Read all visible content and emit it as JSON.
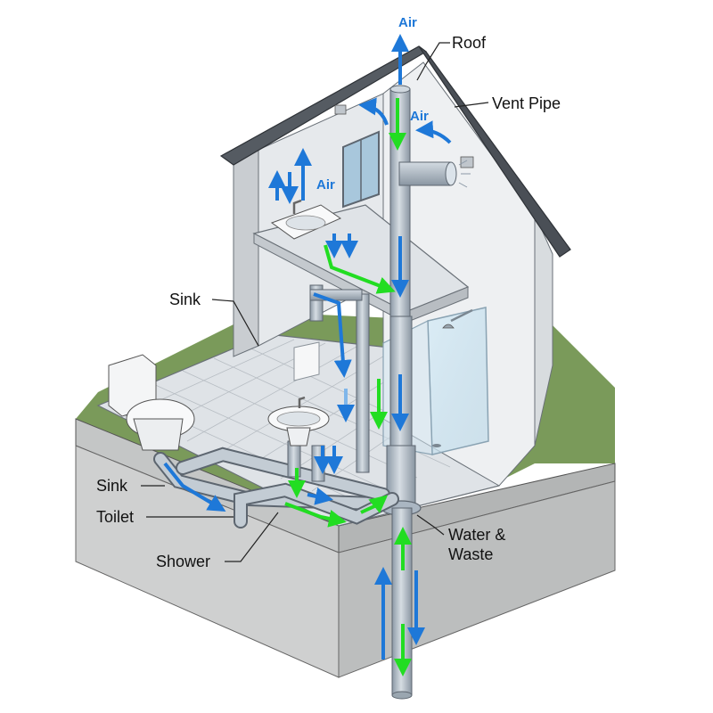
{
  "labels": {
    "air_top": "Air",
    "air_vent": "Air",
    "air_bathroom": "Air",
    "roof": "Roof",
    "vent_pipe": "Vent Pipe",
    "sink_upper": "Sink",
    "sink_lower": "Sink",
    "toilet": "Toilet",
    "shower": "Shower",
    "water_waste_line1": "Water &",
    "water_waste_line2": "Waste"
  },
  "colors": {
    "air_arrow": "#1e78d8",
    "water_arrow": "#22dd22",
    "pipe": "#aab6c2",
    "wall": "#e6e9ec",
    "roof": "#4a4f56",
    "floor_tile": "#dfe3e7",
    "ground_top": "#7a9a5a",
    "ground_side": "#cfd0d0"
  }
}
